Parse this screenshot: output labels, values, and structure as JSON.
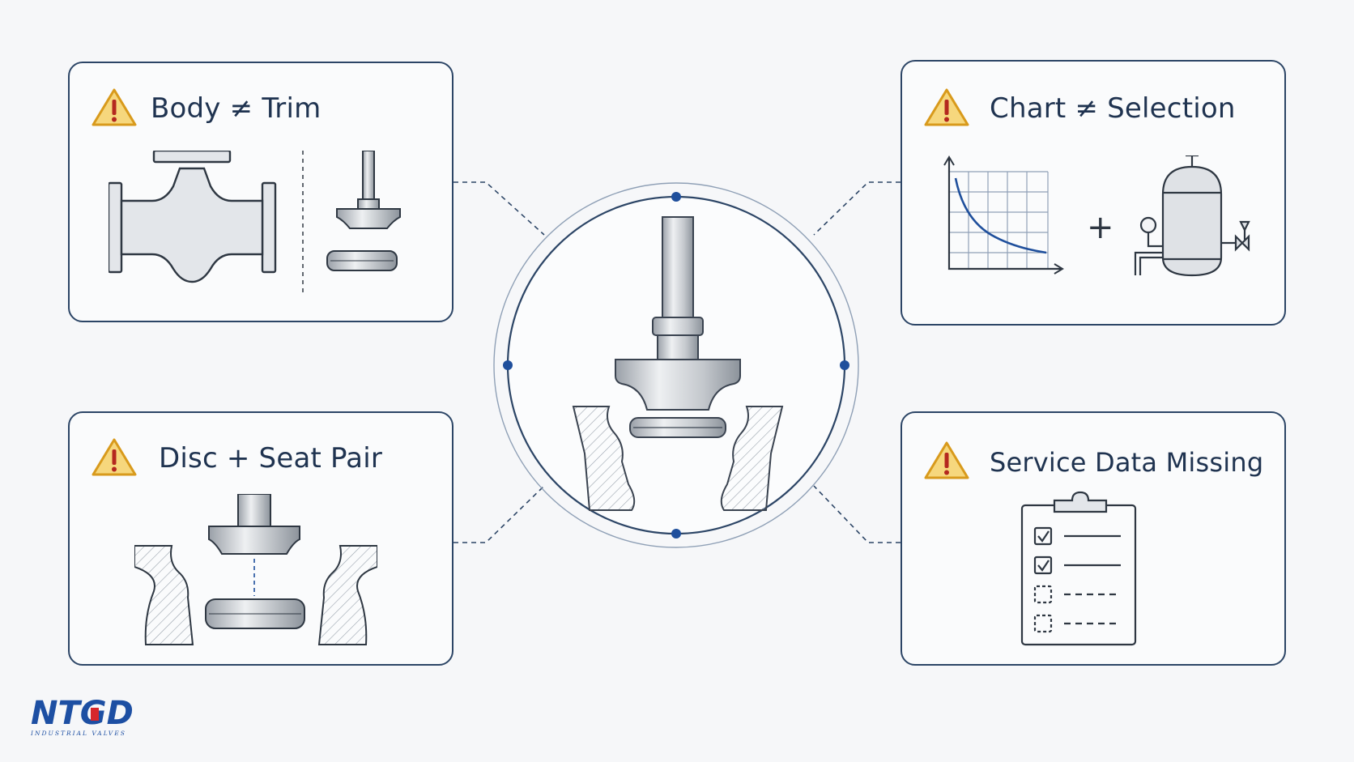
{
  "cards": [
    {
      "id": "body-trim",
      "title": "Body ≠ Trim"
    },
    {
      "id": "chart-selection",
      "title": "Chart ≠ Selection"
    },
    {
      "id": "disc-seat",
      "title": "Disc + Seat Pair"
    },
    {
      "id": "service-data",
      "title": "Service Data Missing"
    }
  ],
  "icons": {
    "warning": "warning-triangle-icon",
    "valve_body": "valve-body-icon",
    "trim": "valve-trim-icon",
    "chart": "performance-chart-icon",
    "vessel": "pressure-vessel-icon",
    "checklist": "clipboard-checklist-icon"
  },
  "plus_sign": "+",
  "logo": {
    "text": "NTGD",
    "subtitle": "INDUSTRIAL VALVES"
  },
  "colors": {
    "frame": "#2c4566",
    "accent": "#1f4f9c",
    "warning_fill": "#f6d77d",
    "warning_stroke": "#d89a1c",
    "warning_mark": "#b4281f",
    "metal": "#c7cbd0",
    "logo_blue": "#1d4fa3",
    "logo_red": "#d6262b"
  }
}
